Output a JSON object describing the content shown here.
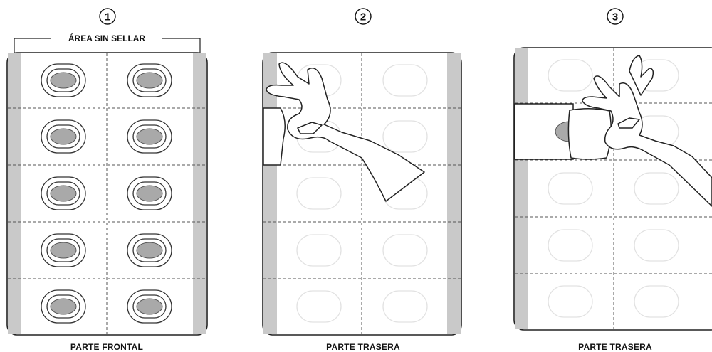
{
  "steps": [
    {
      "number": "1",
      "caption": "PARTE FRONTAL"
    },
    {
      "number": "2",
      "caption": "PARTE TRASERA"
    },
    {
      "number": "3",
      "caption": "PARTE TRASERA"
    }
  ],
  "annotation": {
    "label": "ÁREA SIN SELLAR"
  }
}
